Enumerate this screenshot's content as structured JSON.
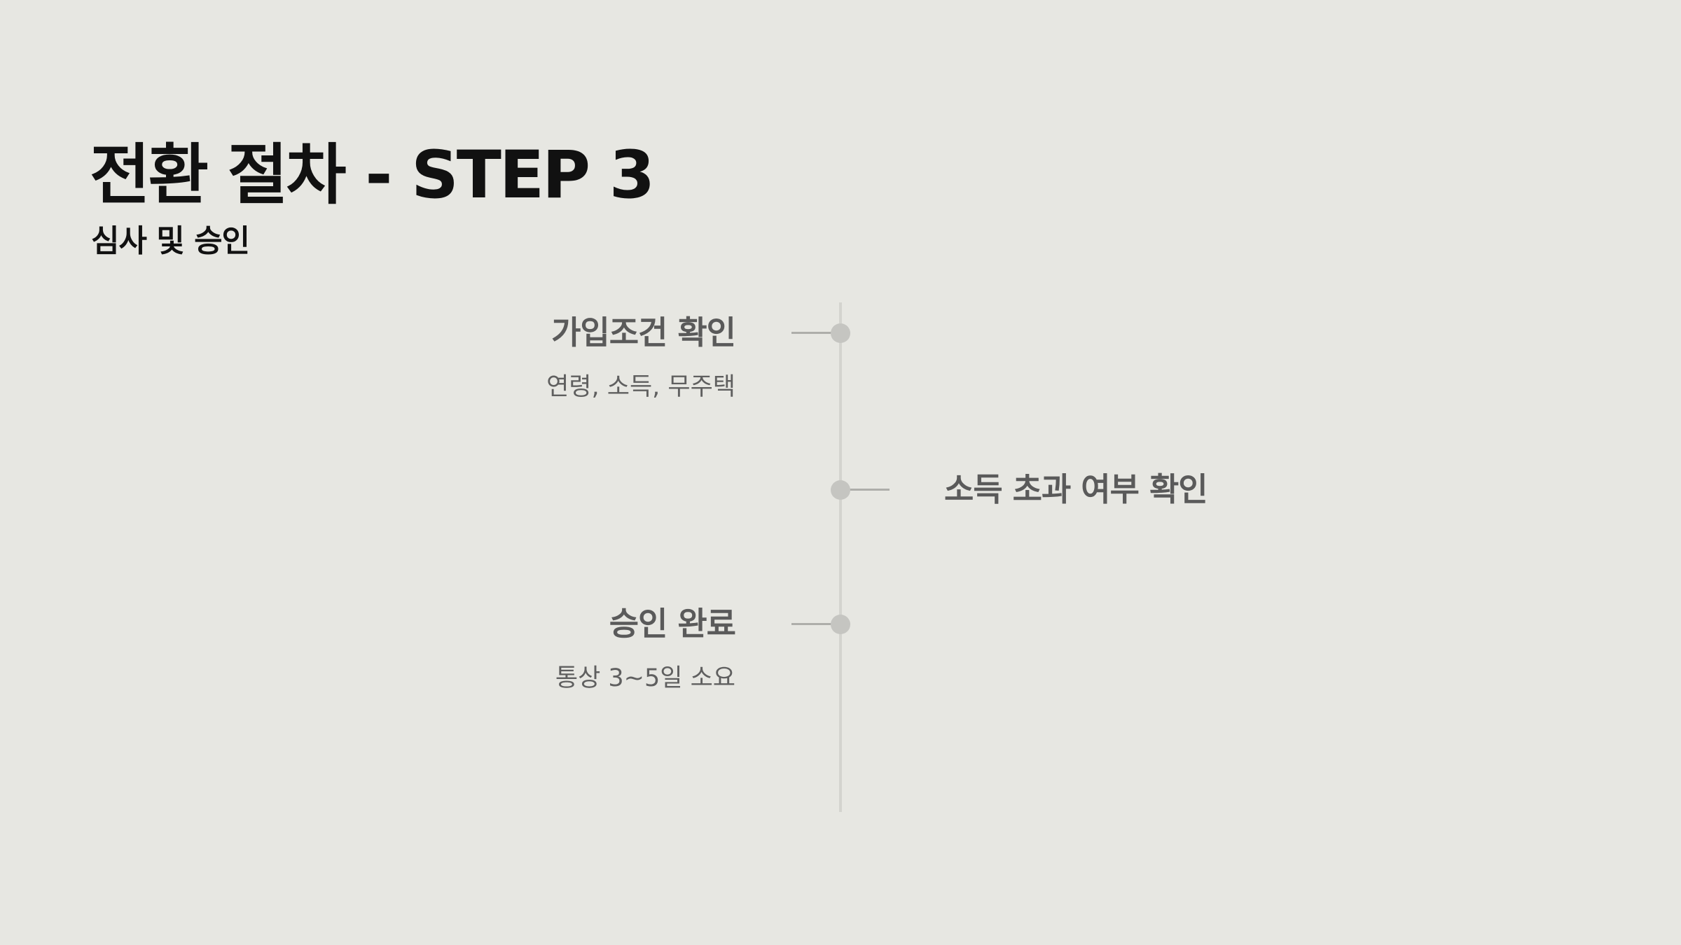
{
  "slide": {
    "title": "전환 절차 - STEP 3",
    "subtitle": "심사 및 승인"
  },
  "timeline": {
    "items": [
      {
        "title": "가입조건 확인",
        "description": "연령, 소득, 무주택",
        "side": "left"
      },
      {
        "title": "소득 초과 여부 확인",
        "description": "",
        "side": "right"
      },
      {
        "title": "승인 완료",
        "description": "통상 3~5일 소요",
        "side": "left"
      }
    ]
  },
  "colors": {
    "background": "#e7e7e2",
    "title": "#111111",
    "step_text": "#5a5a5a",
    "timeline_line": "#d4d4cf",
    "connector": "#aeaeaa",
    "node": "#c5c5c1"
  }
}
